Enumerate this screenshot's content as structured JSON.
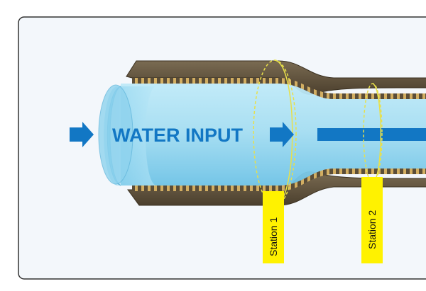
{
  "diagram": {
    "label_water_input": "WATER INPUT",
    "stations": [
      {
        "label": "Station 1"
      },
      {
        "label": "Station 2"
      }
    ],
    "colors": {
      "panel_bg": "#f3f7fb",
      "panel_border": "#333333",
      "pipe_wall": "#6b5d45",
      "pipe_wall_dark": "#4a3f2e",
      "pipe_stripe": "#c9a55a",
      "water": "#9fdcf0",
      "flow_arrow": "#1277c4",
      "station_tag": "#fff200",
      "station_ring": "#e8e04a"
    }
  }
}
